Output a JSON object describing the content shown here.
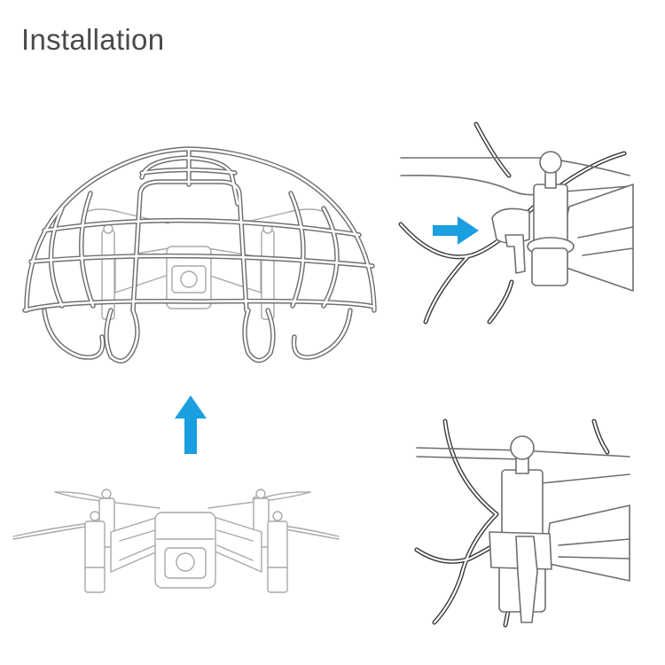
{
  "header": {
    "title": "Installation"
  },
  "illustrations": {
    "cage_assembled": {
      "label": "drone-in-spherical-cage"
    },
    "arrow_up": {
      "icon": "arrow-up-icon",
      "color": "#1a9fe0"
    },
    "bare_drone": {
      "label": "drone-without-cage"
    },
    "detail_step_1": {
      "label": "cage-clip-approaching-motor",
      "arrow_icon": "arrow-right-icon",
      "arrow_color": "#1a9fe0"
    },
    "detail_step_2": {
      "label": "cage-clip-attached-to-motor"
    }
  },
  "colors": {
    "background": "#ffffff",
    "title_text": "#4a4a4a",
    "cage_stroke": "#707070",
    "drone_stroke": "#a8a8a8",
    "accent_arrow": "#1a9fe0"
  }
}
